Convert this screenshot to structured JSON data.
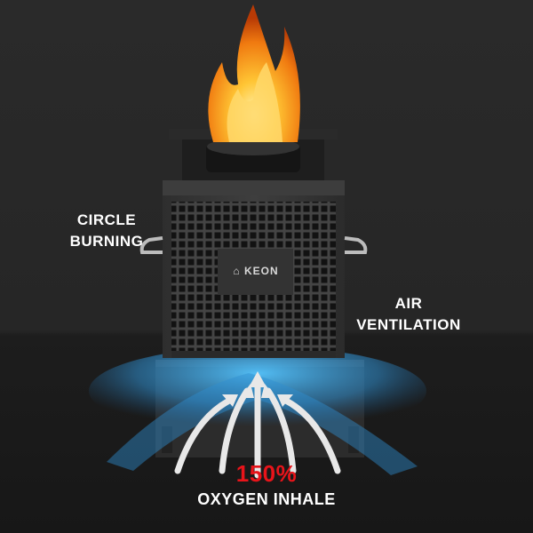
{
  "labels": {
    "circle_line1": "CIRCLE",
    "circle_line2": "BURNING",
    "air_line1": "AIR",
    "air_line2": "VENTILATION",
    "percent": "150%",
    "oxygen": "OXYGEN INHALE"
  },
  "brand": "KEON",
  "colors": {
    "background": "#262626",
    "stove_body": "#3a3a3a",
    "grille": "#141414",
    "flame": "#f4a51a",
    "air_flow": "#3aa7e0",
    "percent_text": "#e8141a",
    "text": "#ffffff"
  }
}
